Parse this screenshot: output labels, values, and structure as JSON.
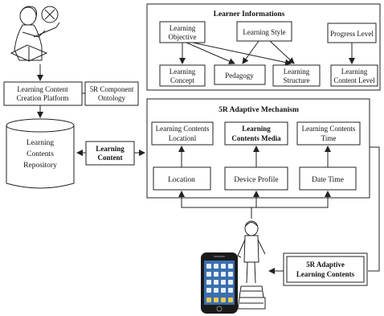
{
  "learner_info": {
    "title": "Learner Informations",
    "objective": [
      "Learning",
      "Objective"
    ],
    "style": "Learning Style",
    "progress": "Progress Level",
    "concept": [
      "Learning",
      "Concept"
    ],
    "pedagogy": "Pedagogy",
    "structure": [
      "Learning",
      "Structure"
    ],
    "content_level": [
      "Learning",
      "Content Level"
    ]
  },
  "creation_platform": [
    "Learning Content",
    "Creation Platform"
  ],
  "ontology": [
    "5R Component",
    "Ontology"
  ],
  "repository": [
    "Learning",
    "Contents",
    "Repository"
  ],
  "learning_content": [
    "Learning",
    "Content"
  ],
  "mechanism": {
    "title": "5R Adaptive Mechanism",
    "location_content": [
      "Learning Contents",
      "Locationl"
    ],
    "media_content": [
      "Learning",
      "Contents Media"
    ],
    "time_content": [
      "Learning Contents",
      "Time"
    ],
    "location": "Location",
    "device": "Device Profile",
    "datetime": "Date Time"
  },
  "adaptive_contents": [
    "5R Adaptive",
    "Learning Contents"
  ],
  "colors": {
    "line": "#222222",
    "phone_body": "#1a1a1a",
    "phone_screen": "#3a6fb0"
  },
  "icons": [
    "content-creator-icon",
    "smartphone-icon",
    "student-icon"
  ]
}
